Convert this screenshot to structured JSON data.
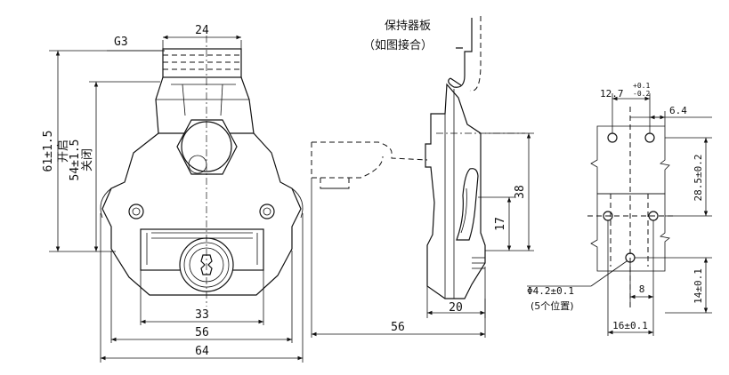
{
  "front_view": {
    "top_width": "24",
    "thread": "G3",
    "height_open": "61±1.5",
    "open_label": "开启",
    "height_closed": "54±1.5",
    "closed_label": "关闭",
    "width_inner": "33",
    "width_mid": "56",
    "width_total": "64"
  },
  "side_view": {
    "plate_label": "保持器板",
    "plate_note": "（如图接合）",
    "length_total": "56",
    "thickness": "20",
    "height_38": "38",
    "height_17": "17"
  },
  "mount_plate": {
    "hole_spacing_base": "12.7",
    "tol_plus": "+0.1",
    "tol_minus": "-0.2",
    "offset_64": "6.4",
    "height_285": "28.5±0.2",
    "hole_dia": "Φ4.2±0.1",
    "hole_count": "(5个位置)",
    "dist_8": "8",
    "width_16": "16±0.1",
    "height_14": "14±0.1",
    "colors": {
      "upper": "#D2691E",
      "lower": "#FAF3C4"
    }
  }
}
